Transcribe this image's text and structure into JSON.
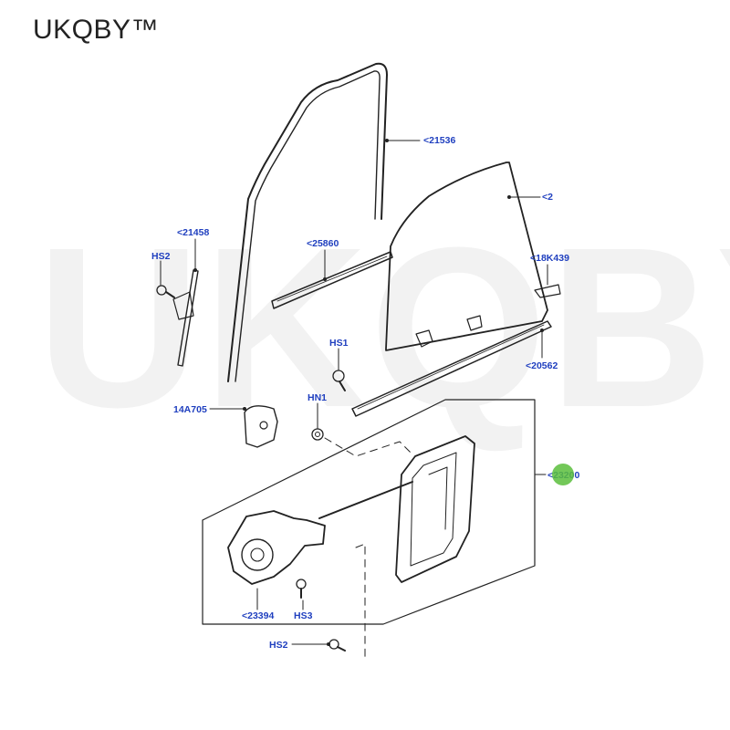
{
  "brand": {
    "name": "UKQBY™"
  },
  "watermark": {
    "text": "UKQBY™"
  },
  "callouts": {
    "c21536": "<21536",
    "c21xxx": "<2",
    "c21458": "<21458",
    "c25860": "<25860",
    "c18K439": "<18K439",
    "c20562": "<20562",
    "c23200": "<23200",
    "c23394": "<23394",
    "hs2_top": "HS2",
    "hs1": "HS1",
    "hn1": "HN1",
    "c14A705": "14A705",
    "hs3": "HS3",
    "hs2_bottom": "HS2"
  },
  "colors": {
    "callout": "#1f3fbf",
    "line": "#222222",
    "hotspot": "#5abe3c"
  }
}
